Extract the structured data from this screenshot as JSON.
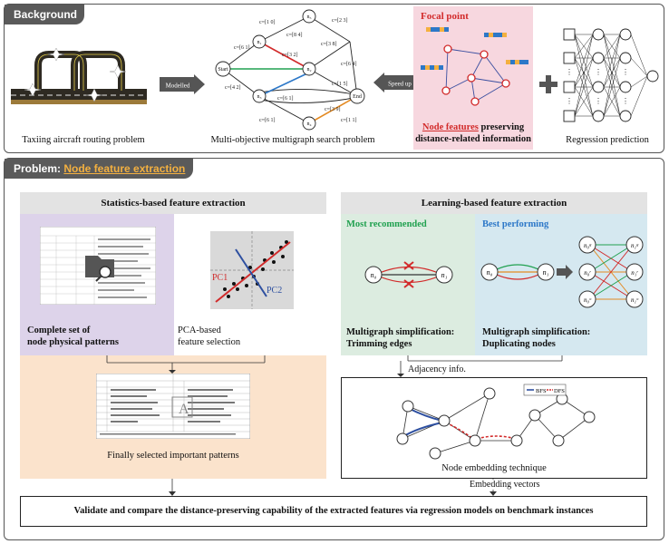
{
  "background_section": {
    "tag_label": "Background",
    "taxi_caption": "Taxiing aircraft routing problem",
    "modelled_label": "Modelled",
    "multigraph_caption": "Multi-objective multigraph search problem",
    "speedup_label": "Speed up",
    "focal_point_label": "Focal point",
    "node_features_highlight": "Node features",
    "node_features_rest": " preserving",
    "node_features_line2": "distance-related information",
    "regression_caption": "Regression prediction",
    "node_labels": [
      "n₅",
      "n₁",
      "n₂",
      "n₃",
      "n₄",
      "Start",
      "End"
    ]
  },
  "problem_section": {
    "tag_prefix": "Problem: ",
    "tag_accent": "Node feature extraction",
    "stats_title": "Statistics-based feature extraction",
    "complete_set_line1": "Complete set of",
    "complete_set_line2": "node physical patterns",
    "pca_line1": "PCA-based",
    "pca_line2": "feature selection",
    "pc1_label": "PC1",
    "pc2_label": "PC2",
    "finally_selected": "Finally selected important patterns",
    "learning_title": "Learning-based feature extraction",
    "most_recommended": "Most recommended",
    "best_performing": "Best performing",
    "trim_line1": "Multigraph simplification:",
    "trim_line2": "Trimming edges",
    "dup_line1": "Multigraph simplification:",
    "dup_line2": "Duplicating nodes",
    "adjacency_info": "Adjacency info.",
    "embedding_technique": "Node embedding technique",
    "embedding_vectors": "Embedding vectors",
    "bfs_label": "BFS",
    "dfs_label": "DFS",
    "validate_text": "Validate and compare the distance-preserving capability of the extracted features via regression models on benchmark instances"
  },
  "colors": {
    "tag_bg": "#5a5a5a",
    "accent_orange": "#f3b040",
    "stats_purple": "#ddd3ea",
    "stats_peach": "#fbe3cc",
    "learn_green": "#dcece0",
    "learn_blue": "#d5e8f0",
    "focal_pink": "#f7d7df",
    "red": "#d22b2b",
    "green_text": "#21a150",
    "blue_text": "#2d78c8"
  }
}
